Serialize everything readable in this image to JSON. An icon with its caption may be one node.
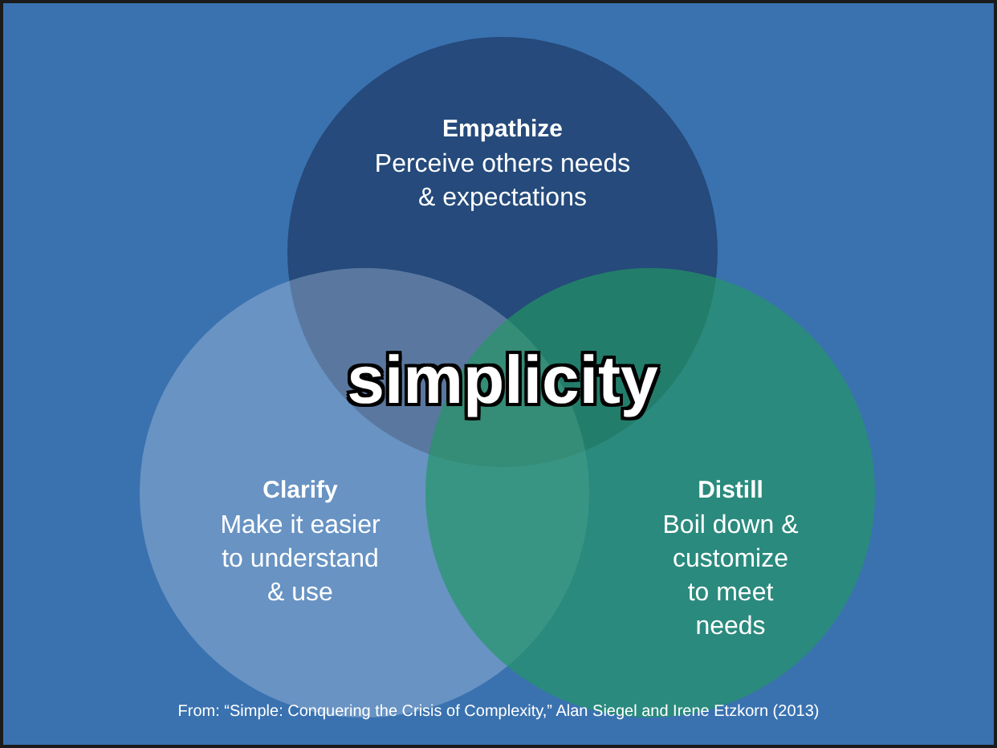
{
  "diagram": {
    "caption": "From: “Simple: Conquering the Crisis of Complexity,” Alan Siegel and Irene Etzkorn (2013)",
    "nodes": [
      {
        "text": [
          "Empathize",
          "Perceive others needs & expectations"
        ]
      },
      {
        "text": [
          "Clarify",
          "Make it easier to understand & use"
        ]
      },
      {
        "text": [
          "Distill",
          "Boil down & customize to meet needs"
        ]
      }
    ],
    "labels": [
      "simplicity"
    ]
  }
}
